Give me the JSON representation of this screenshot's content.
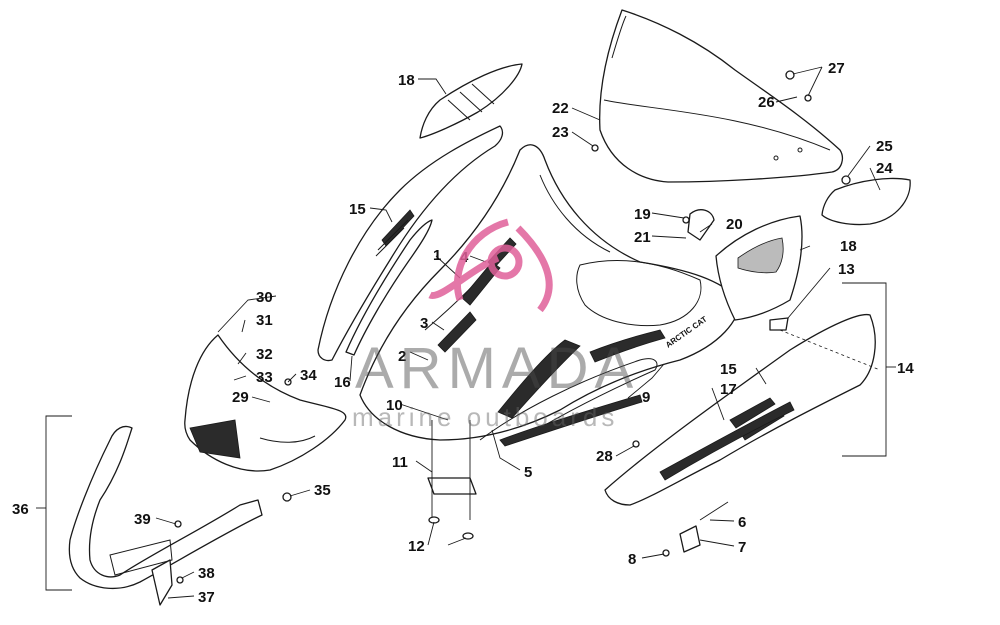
{
  "callouts": [
    "1",
    "2",
    "3",
    "4",
    "5",
    "6",
    "7",
    "8",
    "9",
    "10",
    "11",
    "12",
    "13",
    "14",
    "15",
    "15",
    "16",
    "17",
    "18",
    "18",
    "19",
    "20",
    "21",
    "22",
    "23",
    "24",
    "25",
    "26",
    "27",
    "28",
    "29",
    "30",
    "31",
    "32",
    "33",
    "34",
    "35",
    "36",
    "37",
    "38",
    "39"
  ],
  "decal_text": "ARCTIC CAT",
  "watermark": {
    "title": "ARMADA",
    "subtitle": "marine outboards",
    "accent": "#e0609a"
  }
}
